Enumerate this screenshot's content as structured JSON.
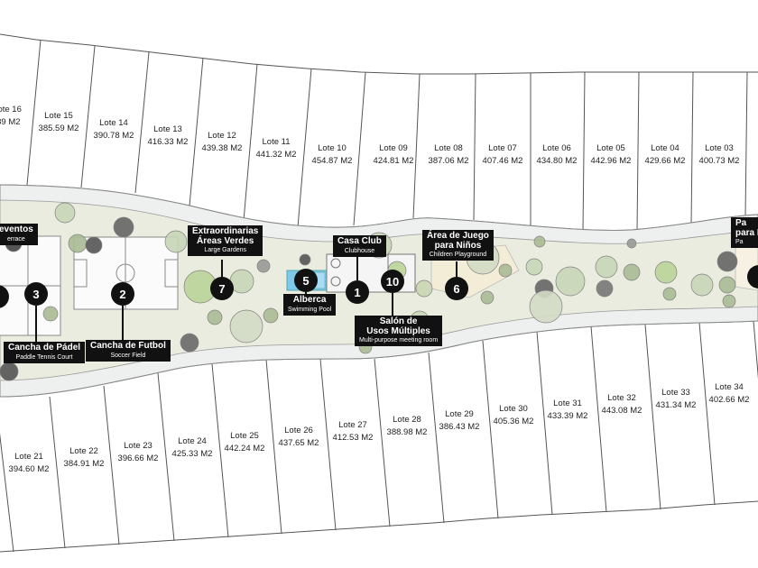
{
  "lots_top": [
    {
      "name": "Lote 16",
      "area": ".89 M2"
    },
    {
      "name": "Lote 15",
      "area": "385.59 M2"
    },
    {
      "name": "Lote 14",
      "area": "390.78 M2"
    },
    {
      "name": "Lote 13",
      "area": "416.33 M2"
    },
    {
      "name": "Lote 12",
      "area": "439.38 M2"
    },
    {
      "name": "Lote 11",
      "area": "441.32 M2"
    },
    {
      "name": "Lote 10",
      "area": "454.87 M2"
    },
    {
      "name": "Lote 09",
      "area": "424.81 M2"
    },
    {
      "name": "Lote 08",
      "area": "387.06 M2"
    },
    {
      "name": "Lote 07",
      "area": "407.46 M2"
    },
    {
      "name": "Lote 06",
      "area": "434.80 M2"
    },
    {
      "name": "Lote 05",
      "area": "442.96 M2"
    },
    {
      "name": "Lote 04",
      "area": "429.66 M2"
    },
    {
      "name": "Lote 03",
      "area": "400.73 M2"
    }
  ],
  "lots_bottom": [
    {
      "name": "Lote 21",
      "area": "394.60 M2"
    },
    {
      "name": "Lote 22",
      "area": "384.91 M2"
    },
    {
      "name": "Lote 23",
      "area": "396.66 M2"
    },
    {
      "name": "Lote 24",
      "area": "425.33 M2"
    },
    {
      "name": "Lote 25",
      "area": "442.24 M2"
    },
    {
      "name": "Lote 26",
      "area": "437.65 M2"
    },
    {
      "name": "Lote 27",
      "area": "412.53 M2"
    },
    {
      "name": "Lote 28",
      "area": "388.98 M2"
    },
    {
      "name": "Lote 29",
      "area": "386.43 M2"
    },
    {
      "name": "Lote 30",
      "area": "405.36 M2"
    },
    {
      "name": "Lote 31",
      "area": "433.39 M2"
    },
    {
      "name": "Lote 32",
      "area": "443.08 M2"
    },
    {
      "name": "Lote 33",
      "area": "431.34 M2"
    },
    {
      "name": "Lote 34",
      "area": "402.66 M2"
    }
  ],
  "amenities": {
    "eventos": {
      "title": "eventos",
      "subtitle": "errace"
    },
    "padel": {
      "number": "3",
      "title": "Cancha de Pádel",
      "subtitle": "Paddle Tennis Court"
    },
    "futbol": {
      "number": "2",
      "title": "Cancha de Futbol",
      "subtitle": "Soccer Field"
    },
    "areas_verdes": {
      "number": "7",
      "title_line1": "Extraordinarias",
      "title_line2": "Áreas Verdes",
      "subtitle": "Large Gardens"
    },
    "alberca": {
      "number": "5",
      "title": "Alberca",
      "subtitle": "Swimming Pool"
    },
    "casa_club": {
      "number": "1",
      "title": "Casa Club",
      "subtitle": "Clubhouse"
    },
    "salon": {
      "number": "10",
      "title_line1": "Salón de",
      "title_line2": "Usos Múltiples",
      "subtitle": "Multi-purpose meeting room"
    },
    "juego": {
      "number": "6",
      "title_line1": "Área de Juego",
      "title_line2": "para Niños",
      "subtitle": "Children Playground"
    },
    "right_cut": {
      "title_line1": "Pa",
      "title_line2": "para M",
      "subtitle": "Pa"
    }
  },
  "colors": {
    "label_bg": "#111111",
    "lot_line": "#555555",
    "road": "#eef0f0",
    "green_strip": "#e9ecde",
    "pool": "#7ec8ec"
  }
}
